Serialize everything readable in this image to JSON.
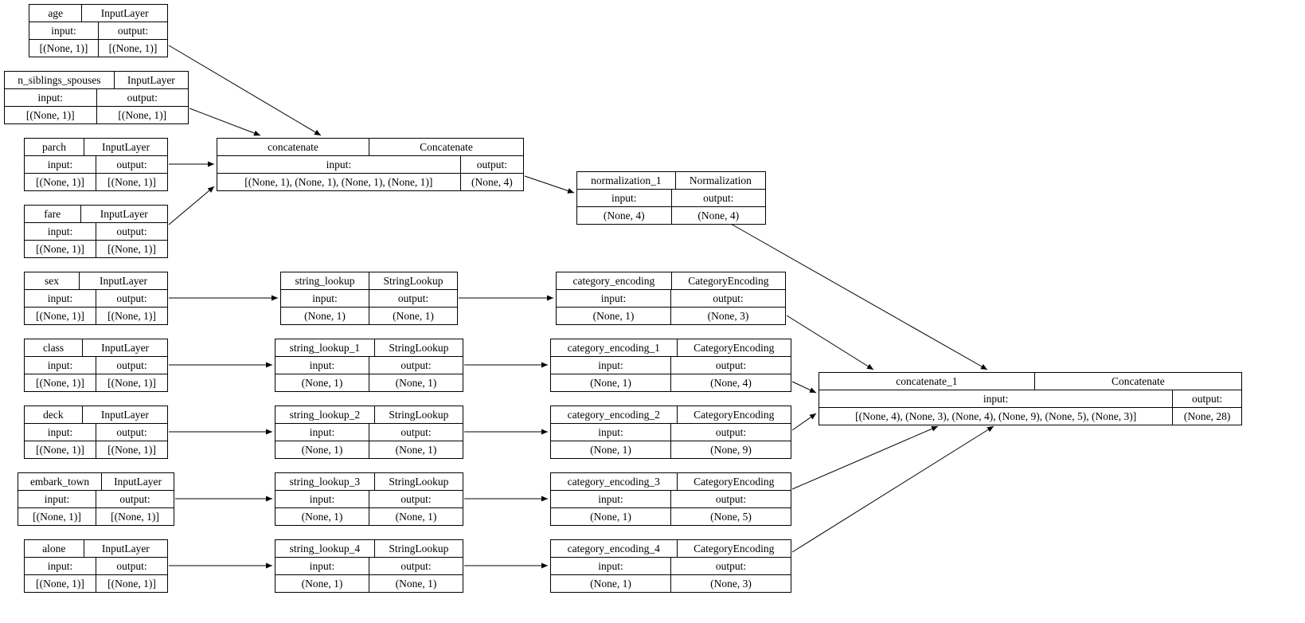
{
  "labels": {
    "input": "input:",
    "output": "output:"
  },
  "colors": {
    "node_border": "#000000",
    "background": "#ffffff",
    "text": "#000000"
  },
  "nodes": [
    {
      "name": "age",
      "type": "InputLayer",
      "input_shape": "[(None, 1)]",
      "output_shape": "[(None, 1)]"
    },
    {
      "name": "n_siblings_spouses",
      "type": "InputLayer",
      "input_shape": "[(None, 1)]",
      "output_shape": "[(None, 1)]"
    },
    {
      "name": "parch",
      "type": "InputLayer",
      "input_shape": "[(None, 1)]",
      "output_shape": "[(None, 1)]"
    },
    {
      "name": "fare",
      "type": "InputLayer",
      "input_shape": "[(None, 1)]",
      "output_shape": "[(None, 1)]"
    },
    {
      "name": "concatenate",
      "type": "Concatenate",
      "input_shape": "[(None, 1), (None, 1), (None, 1), (None, 1)]",
      "output_shape": "(None, 4)"
    },
    {
      "name": "normalization_1",
      "type": "Normalization",
      "input_shape": "(None, 4)",
      "output_shape": "(None, 4)"
    },
    {
      "name": "sex",
      "type": "InputLayer",
      "input_shape": "[(None, 1)]",
      "output_shape": "[(None, 1)]"
    },
    {
      "name": "string_lookup",
      "type": "StringLookup",
      "input_shape": "(None, 1)",
      "output_shape": "(None, 1)"
    },
    {
      "name": "category_encoding",
      "type": "CategoryEncoding",
      "input_shape": "(None, 1)",
      "output_shape": "(None, 3)"
    },
    {
      "name": "class",
      "type": "InputLayer",
      "input_shape": "[(None, 1)]",
      "output_shape": "[(None, 1)]"
    },
    {
      "name": "string_lookup_1",
      "type": "StringLookup",
      "input_shape": "(None, 1)",
      "output_shape": "(None, 1)"
    },
    {
      "name": "category_encoding_1",
      "type": "CategoryEncoding",
      "input_shape": "(None, 1)",
      "output_shape": "(None, 4)"
    },
    {
      "name": "deck",
      "type": "InputLayer",
      "input_shape": "[(None, 1)]",
      "output_shape": "[(None, 1)]"
    },
    {
      "name": "string_lookup_2",
      "type": "StringLookup",
      "input_shape": "(None, 1)",
      "output_shape": "(None, 1)"
    },
    {
      "name": "category_encoding_2",
      "type": "CategoryEncoding",
      "input_shape": "(None, 1)",
      "output_shape": "(None, 9)"
    },
    {
      "name": "embark_town",
      "type": "InputLayer",
      "input_shape": "[(None, 1)]",
      "output_shape": "[(None, 1)]"
    },
    {
      "name": "string_lookup_3",
      "type": "StringLookup",
      "input_shape": "(None, 1)",
      "output_shape": "(None, 1)"
    },
    {
      "name": "category_encoding_3",
      "type": "CategoryEncoding",
      "input_shape": "(None, 1)",
      "output_shape": "(None, 5)"
    },
    {
      "name": "alone",
      "type": "InputLayer",
      "input_shape": "[(None, 1)]",
      "output_shape": "[(None, 1)]"
    },
    {
      "name": "string_lookup_4",
      "type": "StringLookup",
      "input_shape": "(None, 1)",
      "output_shape": "(None, 1)"
    },
    {
      "name": "category_encoding_4",
      "type": "CategoryEncoding",
      "input_shape": "(None, 1)",
      "output_shape": "(None, 3)"
    },
    {
      "name": "concatenate_1",
      "type": "Concatenate",
      "input_shape": "[(None, 4), (None, 3), (None, 4), (None, 9), (None, 5), (None, 3)]",
      "output_shape": "(None, 28)"
    }
  ],
  "edges": [
    {
      "from": "age",
      "to": "concatenate"
    },
    {
      "from": "n_siblings_spouses",
      "to": "concatenate"
    },
    {
      "from": "parch",
      "to": "concatenate"
    },
    {
      "from": "fare",
      "to": "concatenate"
    },
    {
      "from": "concatenate",
      "to": "normalization_1"
    },
    {
      "from": "normalization_1",
      "to": "concatenate_1"
    },
    {
      "from": "sex",
      "to": "string_lookup"
    },
    {
      "from": "string_lookup",
      "to": "category_encoding"
    },
    {
      "from": "category_encoding",
      "to": "concatenate_1"
    },
    {
      "from": "class",
      "to": "string_lookup_1"
    },
    {
      "from": "string_lookup_1",
      "to": "category_encoding_1"
    },
    {
      "from": "category_encoding_1",
      "to": "concatenate_1"
    },
    {
      "from": "deck",
      "to": "string_lookup_2"
    },
    {
      "from": "string_lookup_2",
      "to": "category_encoding_2"
    },
    {
      "from": "category_encoding_2",
      "to": "concatenate_1"
    },
    {
      "from": "embark_town",
      "to": "string_lookup_3"
    },
    {
      "from": "string_lookup_3",
      "to": "category_encoding_3"
    },
    {
      "from": "category_encoding_3",
      "to": "concatenate_1"
    },
    {
      "from": "alone",
      "to": "string_lookup_4"
    },
    {
      "from": "string_lookup_4",
      "to": "category_encoding_4"
    },
    {
      "from": "category_encoding_4",
      "to": "concatenate_1"
    }
  ]
}
